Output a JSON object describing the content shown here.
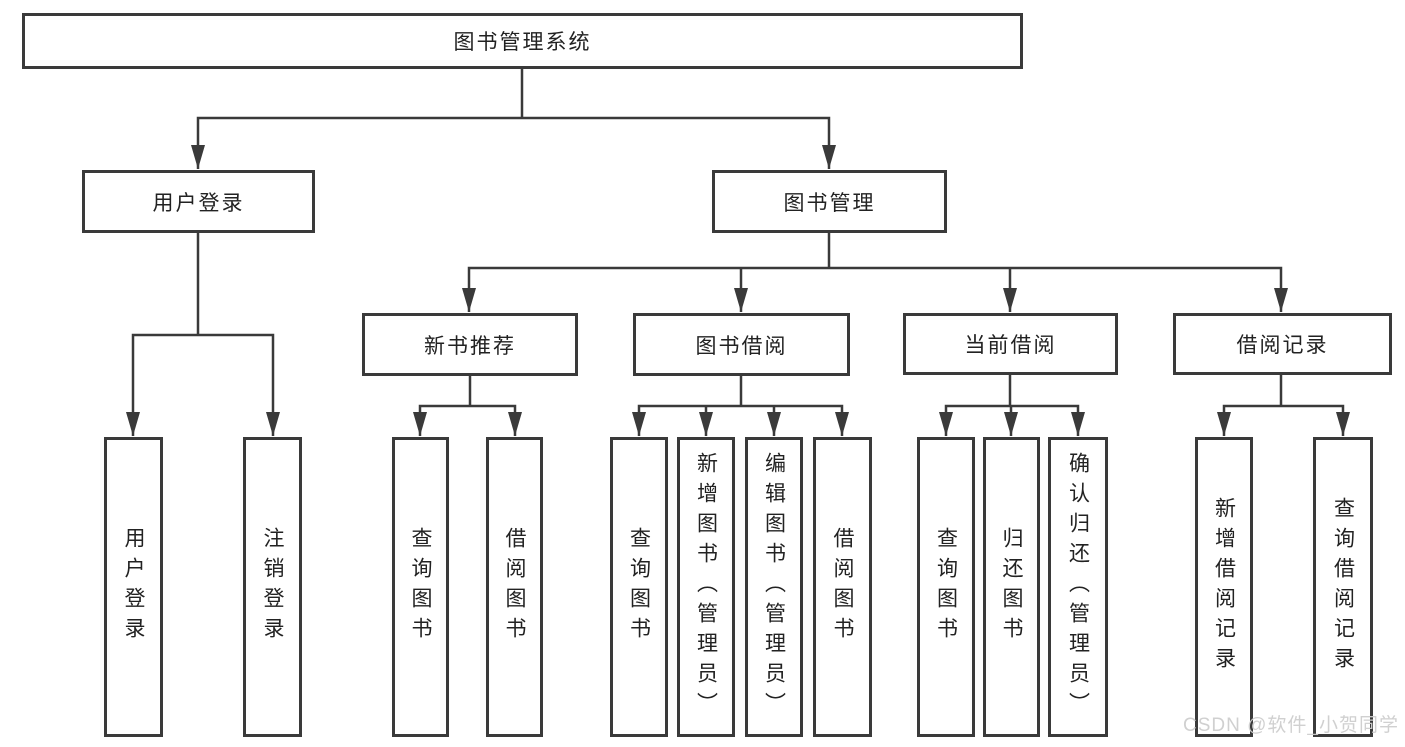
{
  "diagram": {
    "root": {
      "label": "图书管理系统",
      "children": [
        {
          "label": "用户登录",
          "children": [
            {
              "label": "用户登录"
            },
            {
              "label": "注销登录"
            }
          ]
        },
        {
          "label": "图书管理",
          "children": [
            {
              "label": "新书推荐",
              "children": [
                {
                  "label": "查询图书"
                },
                {
                  "label": "借阅图书"
                }
              ]
            },
            {
              "label": "图书借阅",
              "children": [
                {
                  "label": "查询图书"
                },
                {
                  "label": "新增图书（管理员）"
                },
                {
                  "label": "编辑图书（管理员）"
                },
                {
                  "label": "借阅图书"
                }
              ]
            },
            {
              "label": "当前借阅",
              "children": [
                {
                  "label": "查询图书"
                },
                {
                  "label": "归还图书"
                },
                {
                  "label": "确认归还（管理员）"
                }
              ]
            },
            {
              "label": "借阅记录",
              "children": [
                {
                  "label": "新增借阅记录"
                },
                {
                  "label": "查询借阅记录"
                }
              ]
            }
          ]
        }
      ]
    },
    "colors": {
      "line": "#3a3a3a",
      "text": "#222222",
      "background": "#ffffff",
      "watermark": "#cecece"
    },
    "watermark": "CSDN @软件_小贺同学"
  }
}
